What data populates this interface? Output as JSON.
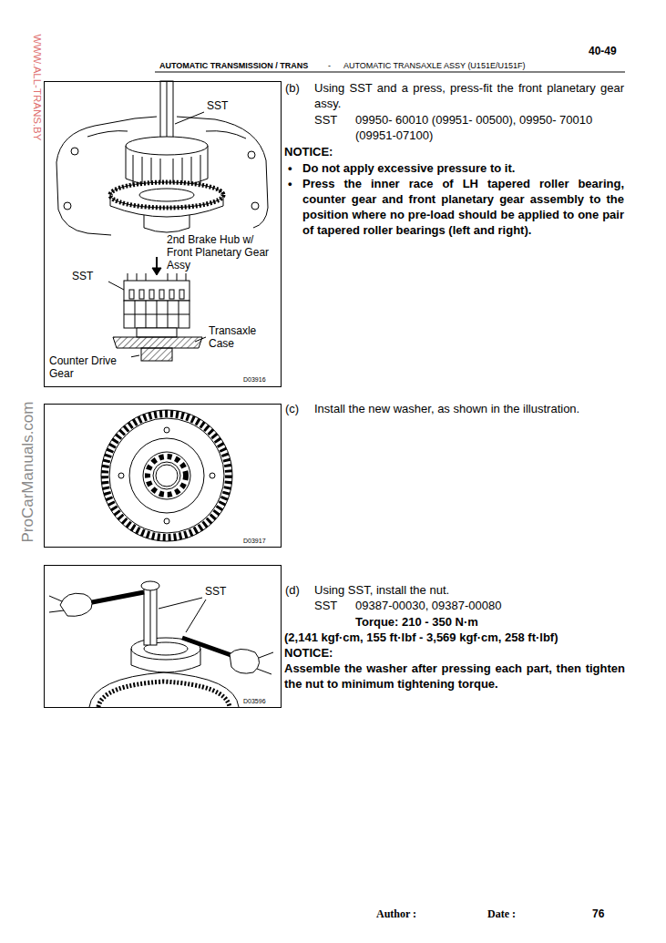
{
  "diagram": {
    "nodes": [
      {
        "text": [
          "SST",
          "2nd Brake Hub w/ Front Planetary Gear Assy",
          "SST",
          "Transaxle Case",
          "Counter Drive Gear",
          "D03916"
        ]
      },
      {
        "text": [
          "D03917"
        ]
      },
      {
        "text": [
          "SST",
          "D03596"
        ]
      }
    ],
    "labels": [
      "40-49",
      "AUTOMATIC TRANSMISSION / TRANS",
      "-",
      "AUTOMATIC TRANSAXLE ASSY (U151E/U151F)",
      "WWW.ALL-TRANS.BY",
      "ProCarManuals.com",
      "(b)",
      "Using SST and a press, press-fit the front planetary gear assy.",
      "SST",
      "09950- 60010 (09951- 00500), 09950- 70010 (09951-07100)",
      "NOTICE:",
      "•",
      "Do not apply excessive pressure to it.",
      "•",
      "Press the inner race of LH tapered roller bearing, counter gear and front planetary gear assembly to the position where no pre-load should be applied to one pair of tapered roller bearings (left and right).",
      "(c)",
      "Install the new washer, as shown in the illustration.",
      "(d)",
      "Using SST, install the nut.",
      "SST",
      "09387-00030, 09387-00080",
      "Torque: 210 - 350 N·m",
      "(2,141 kgf·cm, 155 ft·lbf - 3,569 kgf·cm, 258 ft·lbf)",
      "NOTICE:",
      "Assemble the washer after pressing each part, then tighten the nut to minimum tightening torque.",
      "Author :",
      "Date :",
      "76"
    ]
  }
}
